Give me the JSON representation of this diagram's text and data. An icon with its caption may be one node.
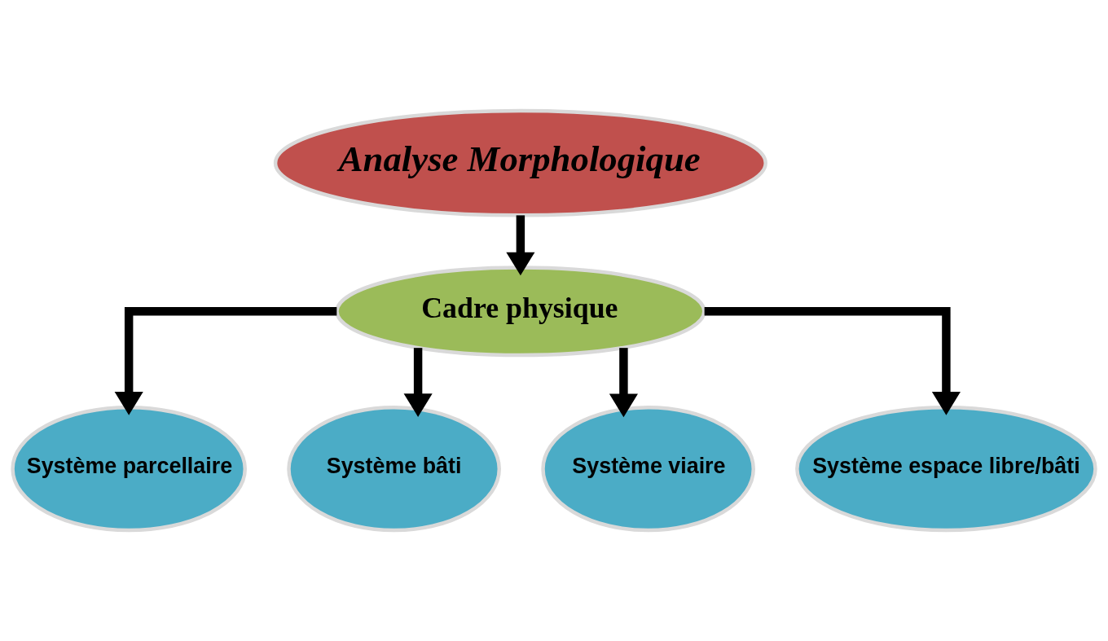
{
  "diagram": {
    "nodes": [
      {
        "text": [
          "Analyse Morphologique"
        ]
      },
      {
        "text": [
          "Cadre physique"
        ]
      },
      {
        "text": [
          "Système parcellaire"
        ]
      },
      {
        "text": [
          "Système bâti"
        ]
      },
      {
        "text": [
          "Système viaire"
        ]
      },
      {
        "text": [
          "Système espace libre/bâti"
        ]
      }
    ],
    "edges": [
      {
        "from": 0,
        "to": 1,
        "arrow": "to"
      },
      {
        "from": 1,
        "to": 2,
        "arrow": "to"
      },
      {
        "from": 1,
        "to": 3,
        "arrow": "to"
      },
      {
        "from": 1,
        "to": 4,
        "arrow": "to"
      },
      {
        "from": 1,
        "to": 5,
        "arrow": "to"
      }
    ]
  }
}
